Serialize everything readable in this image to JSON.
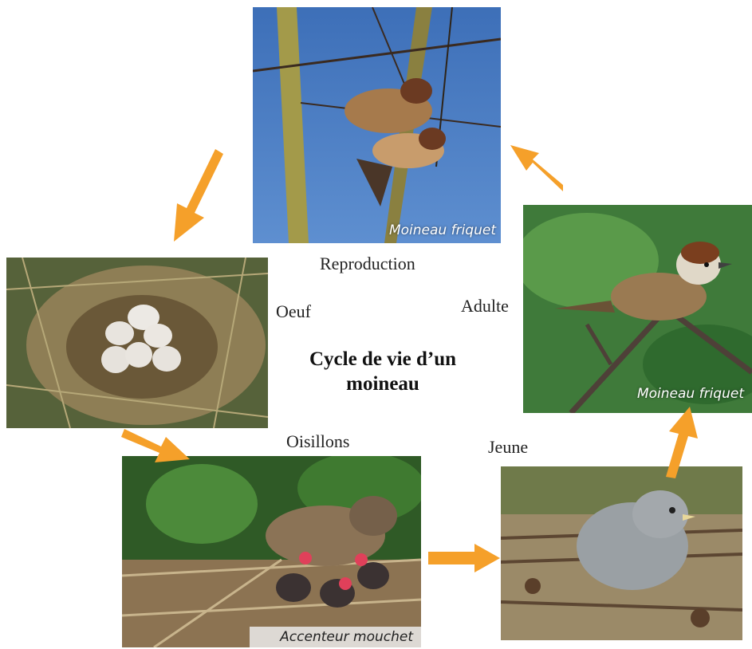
{
  "title": {
    "line1": "Cycle de vie d’un",
    "line2": "moineau"
  },
  "stages": {
    "reproduction": {
      "label": "Reproduction",
      "caption": "Moineau friquet"
    },
    "oeuf": {
      "label": "Oeuf"
    },
    "oisillons": {
      "label": "Oisillons",
      "caption": "Accenteur mouchet"
    },
    "jeune": {
      "label": "Jeune"
    },
    "adulte": {
      "label": "Adulte",
      "caption": "Moineau friquet"
    }
  },
  "colors": {
    "arrow": "#f5a02a"
  }
}
